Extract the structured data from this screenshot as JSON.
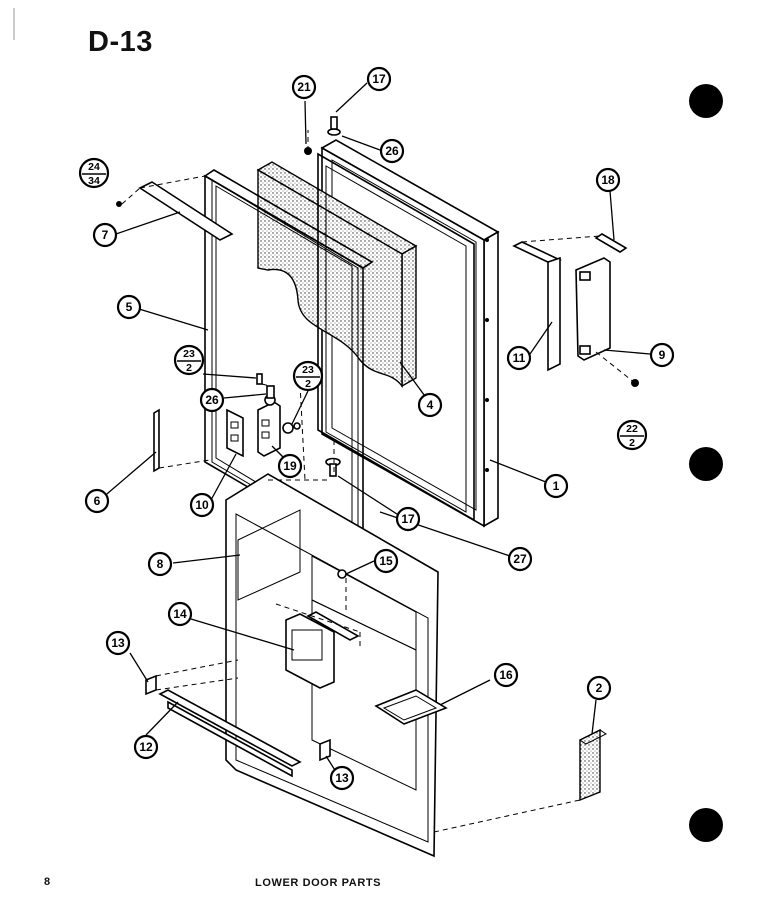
{
  "page": {
    "code": "D-13",
    "page_number": "8",
    "caption": "LOWER DOOR PARTS"
  },
  "callouts": {
    "c1": "1",
    "c2": "2",
    "c4": "4",
    "c5": "5",
    "c6": "6",
    "c7": "7",
    "c8": "8",
    "c9": "9",
    "c10": "10",
    "c11": "11",
    "c12": "12",
    "c13a": "13",
    "c13b": "13",
    "c14": "14",
    "c15": "15",
    "c16": "16",
    "c17a": "17",
    "c17b": "17",
    "c18": "18",
    "c19": "19",
    "c21": "21",
    "c26a": "26",
    "c26b": "26",
    "c27": "27"
  },
  "fractions": {
    "f24_34": {
      "top": "24",
      "bottom": "34"
    },
    "f23_2a": {
      "top": "23",
      "bottom": "2"
    },
    "f23_2b": {
      "top": "23",
      "bottom": "2"
    },
    "f22_2": {
      "top": "22",
      "bottom": "2"
    }
  }
}
